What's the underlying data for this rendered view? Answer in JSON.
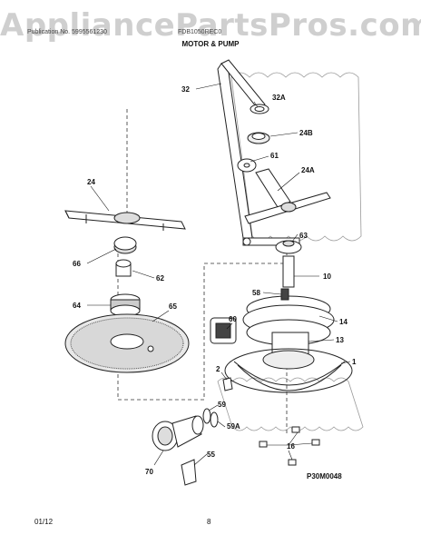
{
  "watermark": "AppliancePartsPros.com",
  "header": {
    "left_text": "Publication No. 5995561230",
    "mid_text": "FDB1050REC0",
    "title": "MOTOR & PUMP"
  },
  "callouts": {
    "c32": "32",
    "c32A": "32A",
    "c24B": "24B",
    "c61": "61",
    "c24A": "24A",
    "c24": "24",
    "c63": "63",
    "c66": "66",
    "c62": "62",
    "c10": "10",
    "c58": "58",
    "c64": "64",
    "c65": "65",
    "c60": "60",
    "c14": "14",
    "c13": "13",
    "c1": "1",
    "c2": "2",
    "c59": "59",
    "c59A": "59A",
    "c16": "16",
    "c55": "55",
    "c70": "70"
  },
  "diagram_code": "P30M0048",
  "footer": {
    "date": "01/12",
    "page": "8"
  }
}
